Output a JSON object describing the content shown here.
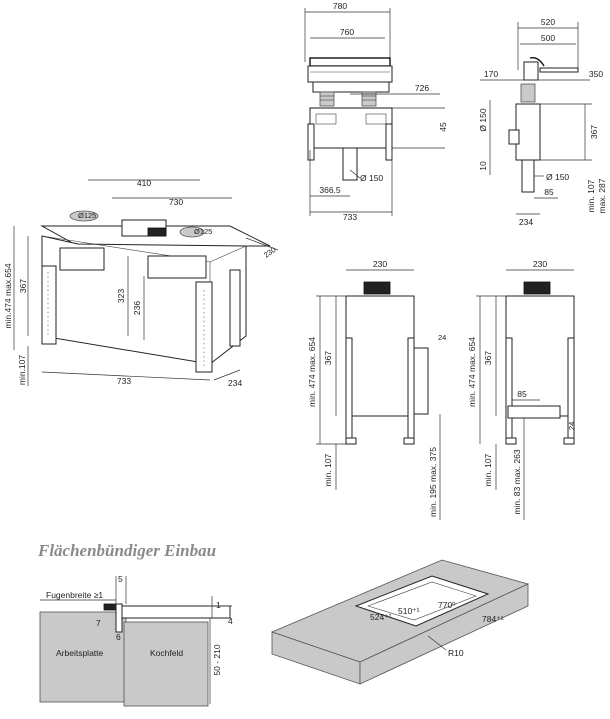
{
  "section_title": "Flächenbündiger Einbau",
  "front_top": {
    "w780": "780",
    "w760": "760",
    "d726": "726",
    "d45": "45",
    "d150": "Ø 150",
    "w366": "366.5",
    "w733": "733"
  },
  "side_top": {
    "w520": "520",
    "w500": "500",
    "w170": "170",
    "w350": "350",
    "d150": "Ø 150",
    "h367": "367",
    "h10": "10",
    "d150b": "Ø 150",
    "w85": "85",
    "w234": "234",
    "min107": "min. 107",
    "max287": "max. 287"
  },
  "iso": {
    "w410": "410",
    "w730": "730",
    "d125a": "Ø125",
    "d125b": "Ø125",
    "w230": "230",
    "h367": "367",
    "h323": "323",
    "h236": "236",
    "min474": "min.474 max.654",
    "min107": "min.107",
    "w733": "733",
    "w234": "234"
  },
  "side_a": {
    "w230": "230",
    "h474": "min. 474 max. 654",
    "h367": "367",
    "w24": "24",
    "min107": "min. 107",
    "min195": "min. 195 max. 375"
  },
  "side_b": {
    "w230": "230",
    "h474": "min. 474 max. 654",
    "h367": "367",
    "w85": "85",
    "w24": "24",
    "min107": "min. 107",
    "min83": "min. 83 max. 263"
  },
  "section_detail": {
    "fugen": "Fugenbreite ≥1",
    "d5": "5",
    "d7": "7",
    "d6": "6",
    "d1": "1",
    "d4": "4",
    "arbeitsplatte": "Arbeitsplatte",
    "kochfeld": "Kochfeld",
    "h50": "50 - 210"
  },
  "counter_iso": {
    "d510": "510⁺¹",
    "d770": "770⁰",
    "d524": "524⁺¹",
    "d784": "784⁺¹",
    "r10": "R10"
  }
}
